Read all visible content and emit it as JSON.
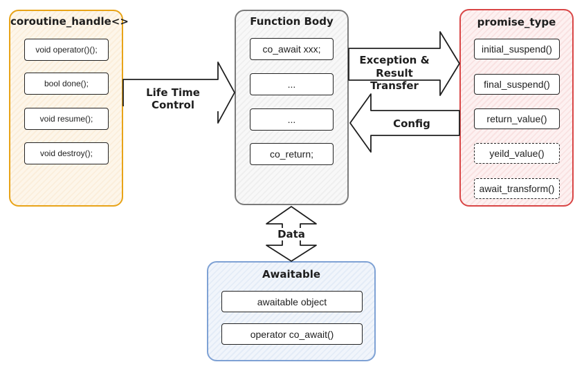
{
  "coroutine_handle": {
    "title": "coroutine_handle<>",
    "methods": [
      "void operator()();",
      "bool done();",
      "void resume();",
      "void destroy();"
    ]
  },
  "function_body": {
    "title": "Function Body",
    "statements": [
      "co_await xxx;",
      "...",
      "...",
      "co_return;"
    ]
  },
  "promise_type": {
    "title": "promise_type",
    "methods": [
      "initial_suspend()",
      "final_suspend()",
      "return_value()",
      "yeild_value()",
      "await_transform()"
    ]
  },
  "awaitable": {
    "title": "Awaitable",
    "items": [
      "awaitable object",
      "operator co_await()"
    ]
  },
  "arrows": {
    "lifetime_label": "Life Time Control",
    "exception_label_1": "Exception &",
    "exception_label_2": "Result Transfer",
    "config_label": "Config",
    "data_label": "Data"
  },
  "colors": {
    "coroutine_handle": "#e8a317",
    "function_body": "#7a7a7a",
    "promise_type": "#d94545",
    "awaitable": "#7ea1d4"
  }
}
